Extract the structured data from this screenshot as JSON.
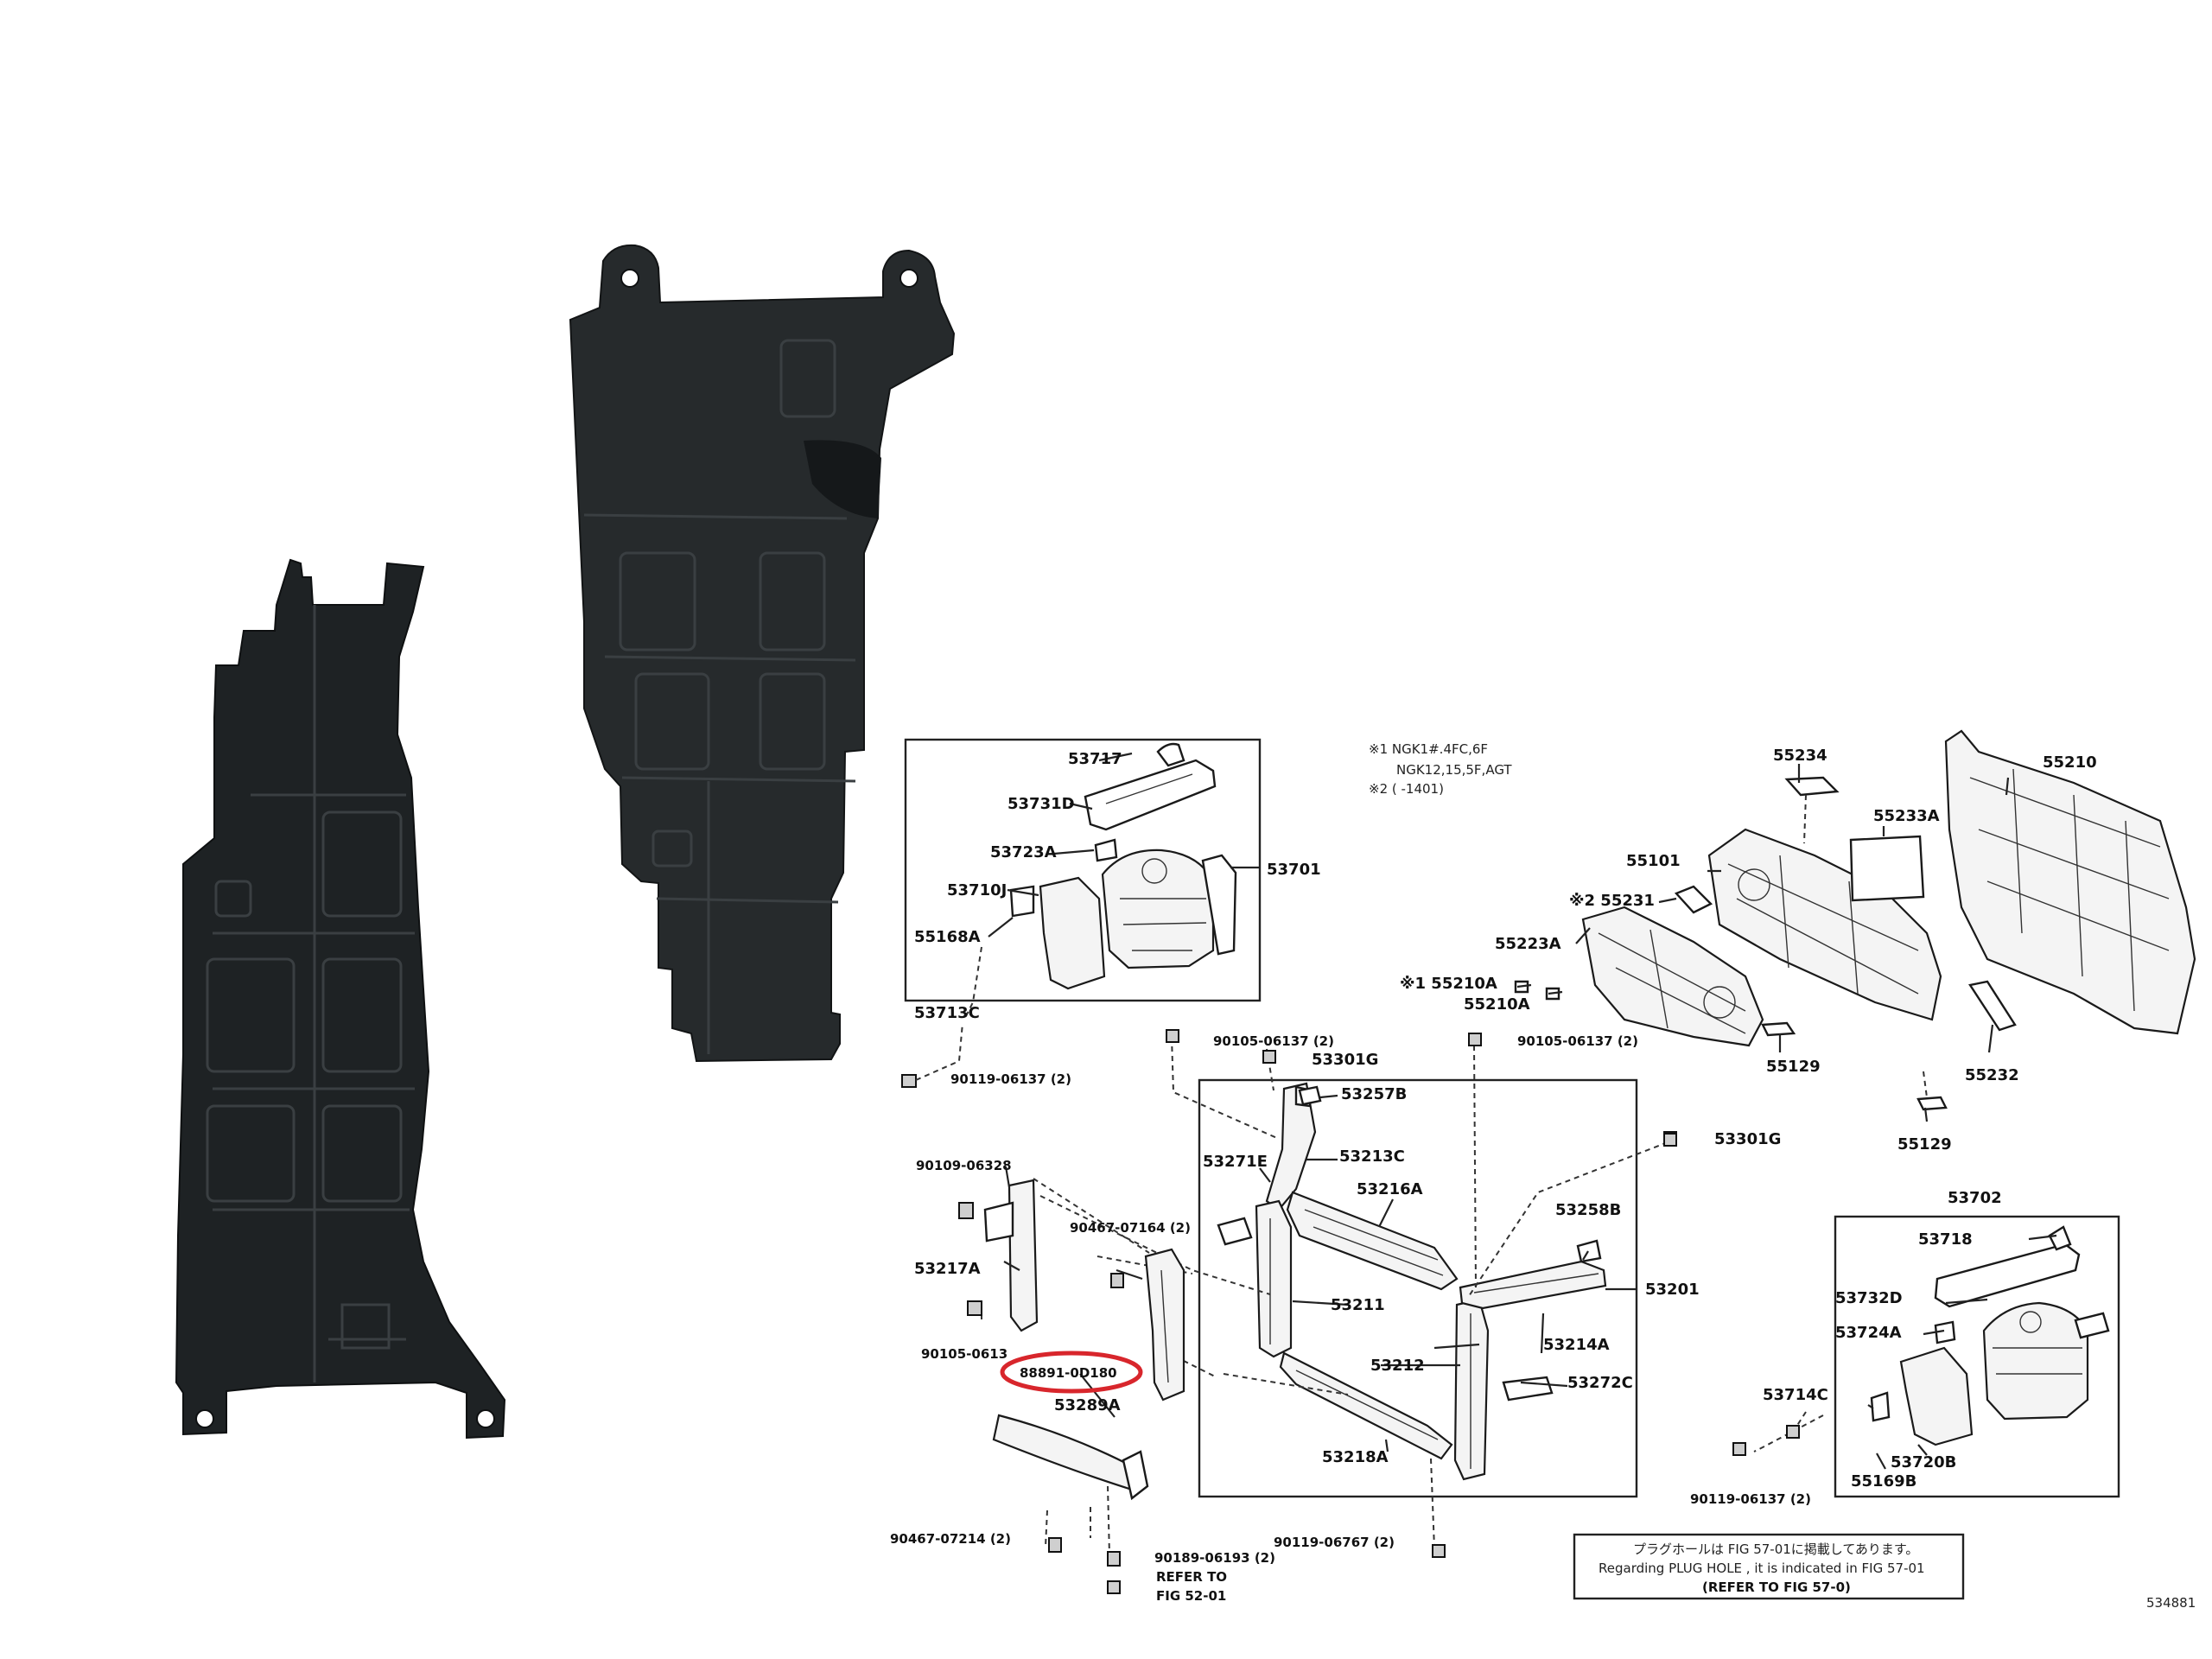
{
  "note_block": {
    "line1": "※1 NGK1#.4FC,6F",
    "line2": "NGK12,15,5F,AGT",
    "line3": "※2 (        -1401)"
  },
  "parts": {
    "p53717": "53717",
    "p53731D": "53731D",
    "p53723A": "53723A",
    "p53710J": "53710J",
    "p55168A": "55168A",
    "p53701": "53701",
    "p53713C": "53713C",
    "p90119_top": "90119-06137 (2)",
    "p90105_a": "90105-06137 (2)",
    "p53301G_a": "53301G",
    "p90105_b": "90105-06137 (2)",
    "p53257B": "53257B",
    "p53271E": "53271E",
    "p53213C": "53213C",
    "p53216A": "53216A",
    "p53258B": "53258B",
    "p53301G_b": "53301G",
    "p90109": "90109-06328",
    "p90467_a": "90467-07164 (2)",
    "p53217A": "53217A",
    "p53211": "53211",
    "p53201": "53201",
    "p53214A": "53214A",
    "p90105_c": "90105-0613",
    "p88891": "88891-0D180",
    "p53212": "53212",
    "p53272C": "53272C",
    "p53289A": "53289A",
    "p53218A": "53218A",
    "p90467_b": "90467-07214 (2)",
    "p90189": "90189-06193 (2)",
    "p90119_mid": "90119-06767 (2)",
    "p55234": "55234",
    "p55210": "55210",
    "p55233A": "55233A",
    "p55101": "55101",
    "p55231": "※2 55231",
    "p55223A": "55223A",
    "p55210A_1": "※1 55210A",
    "p55210A_2": "55210A",
    "p55129_a": "55129",
    "p55232": "55232",
    "p55129_b": "55129",
    "p53702": "53702",
    "p53718": "53718",
    "p53732D": "53732D",
    "p53724A": "53724A",
    "p53714C": "53714C",
    "p90119_bot": "90119-06137 (2)",
    "p53720B": "53720B",
    "p55169B": "55169B"
  },
  "refer": {
    "line1": "REFER TO",
    "line2": "FIG 52-01"
  },
  "plug_note": {
    "line1": "プラグホールは FIG 57-01に掲載してあります。",
    "line2": "Regarding PLUG HOLE , it is indicated in FIG 57-01",
    "line3": "(REFER TO FIG 57-0)"
  },
  "figure_code": "534881",
  "highlight_color": "#d8262c"
}
